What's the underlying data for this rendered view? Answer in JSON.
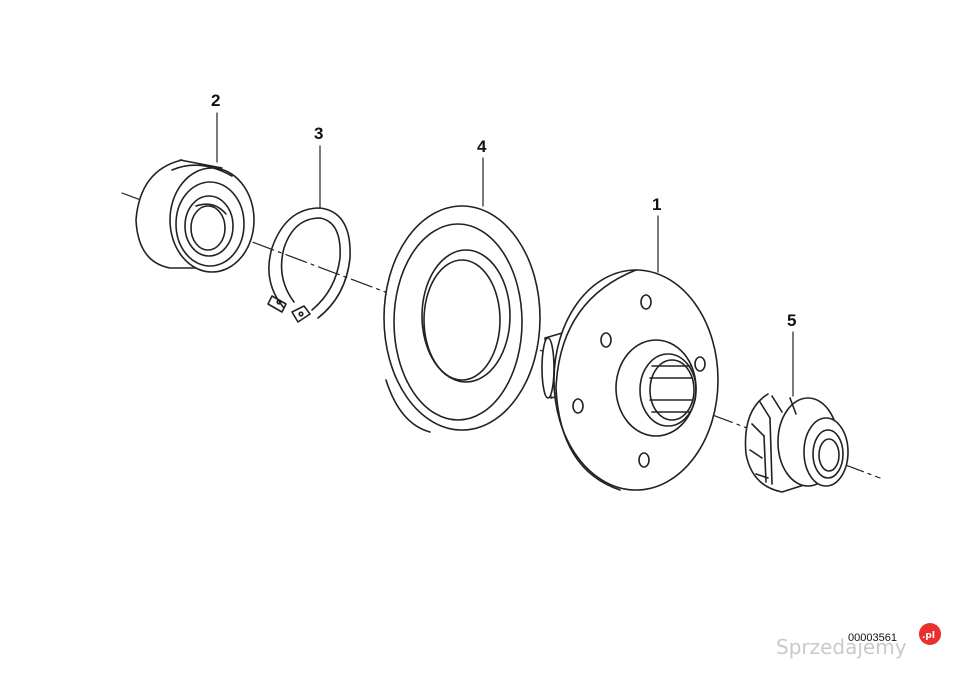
{
  "callouts": [
    {
      "id": "c1",
      "label": "1"
    },
    {
      "id": "c2",
      "label": "2"
    },
    {
      "id": "c3",
      "label": "3"
    },
    {
      "id": "c4",
      "label": "4"
    },
    {
      "id": "c5",
      "label": "5"
    }
  ],
  "drawing_number": "00003561",
  "watermark": {
    "text": "Sprzedajemy",
    "badge": ".pl",
    "badge_color": "#e8312f"
  }
}
